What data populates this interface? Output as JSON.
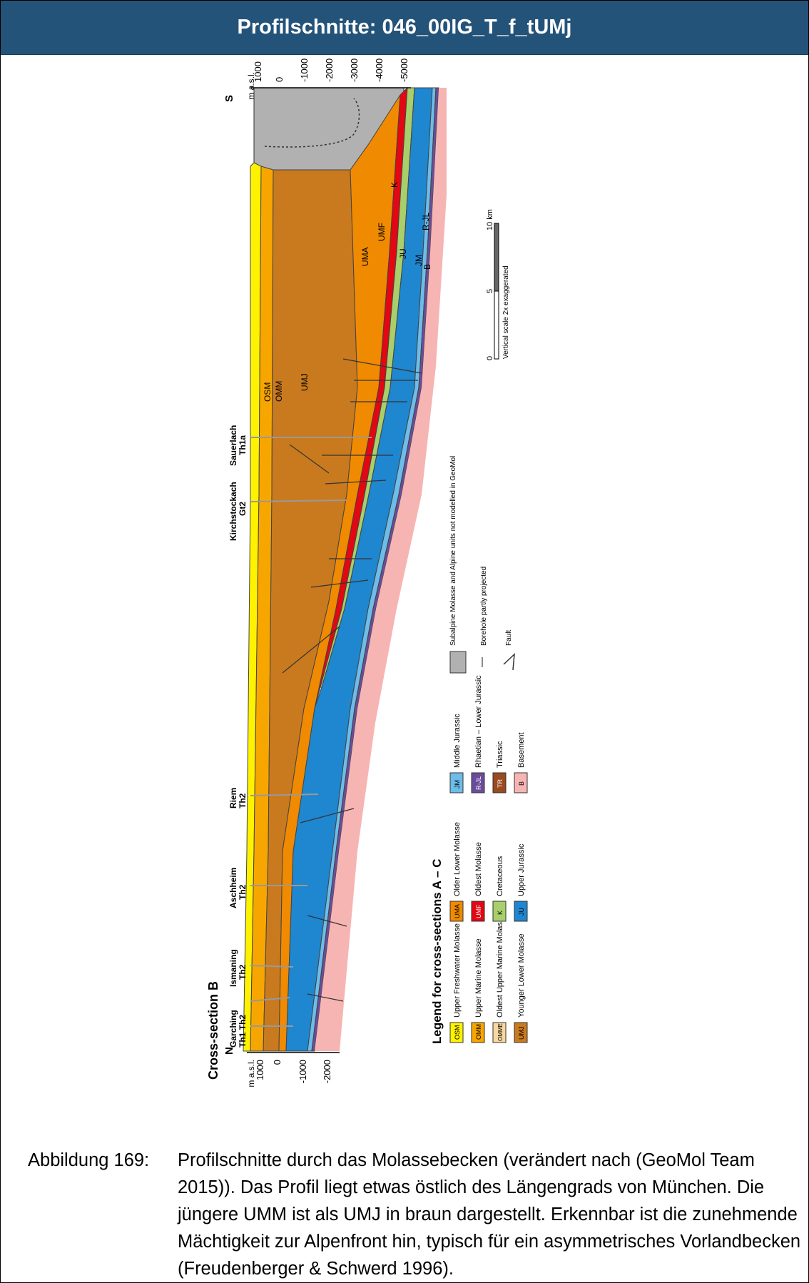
{
  "header": {
    "title": "Profilschnitte: 046_00IG_T_f_tUMj"
  },
  "figure": {
    "title": "Cross-section B",
    "direction_north": "N",
    "direction_south": "S",
    "axis_unit_left": "m a.s.l.",
    "axis_unit_right": "m a.s.l.",
    "left_ticks": [
      "1000",
      "0",
      "-1000",
      "-2000"
    ],
    "right_ticks": [
      "1000",
      "0",
      "-1000",
      "-2000",
      "-3000",
      "-4000",
      "-5000"
    ],
    "boreholes": [
      {
        "name": "Garching",
        "code": "Th1 Th2"
      },
      {
        "name": "Ismaning",
        "code": "Th2"
      },
      {
        "name": "Aschheim",
        "code": "Th2"
      },
      {
        "name": "Riem",
        "code": "Th2"
      },
      {
        "name": "Kirchstockach",
        "code": "Gt2"
      },
      {
        "name": "Sauerlach",
        "code": "Th1a"
      }
    ],
    "unit_labels": [
      "OSM",
      "OMM",
      "UMJ",
      "UMA",
      "UMF",
      "K",
      "JU",
      "JM",
      "R-JL",
      "B"
    ],
    "legend": {
      "title": "Legend for cross-sections A – C",
      "items": [
        {
          "code": "OSM",
          "label": "Upper Freshwater Molasse",
          "color": "#fff200"
        },
        {
          "code": "OMM",
          "label": "Upper Marine Molasse",
          "color": "#f7a600"
        },
        {
          "code": "OMME",
          "label": "Oldest Upper Marine Molasse",
          "color": "#f9d7a0"
        },
        {
          "code": "UMJ",
          "label": "Younger Lower Molasse",
          "color": "#c97a1e"
        },
        {
          "code": "UMA",
          "label": "Older Lower Molasse",
          "color": "#f08a00"
        },
        {
          "code": "UMF",
          "label": "Oldest Molasse",
          "color": "#e30613"
        },
        {
          "code": "K",
          "label": "Cretaceous",
          "color": "#a8cf6a"
        },
        {
          "code": "JU",
          "label": "Upper Jurassic",
          "color": "#1f86d0"
        },
        {
          "code": "JM",
          "label": "Middle Jurassic",
          "color": "#6cbde9"
        },
        {
          "code": "R-JL",
          "label": "Rhaetian – Lower Jurassic",
          "color": "#6b4c9a"
        },
        {
          "code": "TR",
          "label": "Triassic",
          "color": "#9a4a1e"
        },
        {
          "code": "B",
          "label": "Basement",
          "color": "#f6b5b3"
        }
      ],
      "symbols": [
        {
          "label": "Subalpine Molasse and Alpine units not modelled in GeoMol",
          "color": "#b1b1b1"
        },
        {
          "label": "Borehole partly projected"
        },
        {
          "label": "Fault"
        }
      ]
    },
    "scale": {
      "ticks": [
        "0",
        "5",
        "10 km"
      ],
      "note": "Vertical scale 2x exaggerated"
    }
  },
  "caption": {
    "label": "Abbildung 169:",
    "text": "Profilschnitte durch das Molassebecken (verändert nach (GeoMol Team 2015)). Das Profil liegt etwas östlich des Längengrads von München. Die jüngere UMM ist als UMJ in braun dargestellt. Erkennbar ist die zunehmende Mächtigkeit zur Alpenfront hin, typisch für ein asymmetrisches Vorlandbecken (Freudenberger & Schwerd 1996)."
  }
}
